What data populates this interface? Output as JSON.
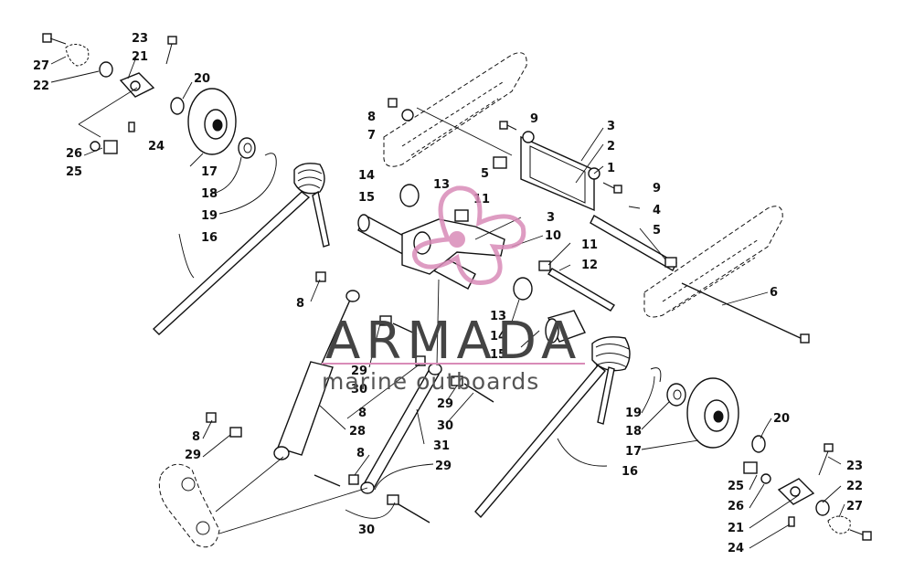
{
  "watermark": {
    "brand": "ARMADA",
    "tagline": "marine outboards",
    "logo_color": "#d98bb8",
    "text_color": "#444444"
  },
  "callouts": [
    "1",
    "2",
    "3",
    "4",
    "5",
    "6",
    "7",
    "8",
    "9",
    "10",
    "11",
    "12",
    "13",
    "14",
    "15",
    "16",
    "17",
    "18",
    "19",
    "20",
    "21",
    "22",
    "23",
    "24",
    "25",
    "26",
    "27",
    "28",
    "29",
    "30",
    "31"
  ],
  "callout_labels": [
    {
      "id": "27",
      "t": "27"
    },
    {
      "id": "22",
      "t": "22"
    },
    {
      "id": "23",
      "t": "23"
    },
    {
      "id": "21",
      "t": "21"
    },
    {
      "id": "20",
      "t": "20"
    },
    {
      "id": "26",
      "t": "26"
    },
    {
      "id": "25",
      "t": "25"
    },
    {
      "id": "24",
      "t": "24"
    },
    {
      "id": "17",
      "t": "17"
    },
    {
      "id": "18",
      "t": "18"
    },
    {
      "id": "19",
      "t": "19"
    },
    {
      "id": "16",
      "t": "16"
    },
    {
      "id": "8",
      "t": "8"
    },
    {
      "id": "7",
      "t": "7"
    },
    {
      "id": "9",
      "t": "9"
    },
    {
      "id": "3",
      "t": "3"
    },
    {
      "id": "2",
      "t": "2"
    },
    {
      "id": "1",
      "t": "1"
    },
    {
      "id": "5",
      "t": "5"
    },
    {
      "id": "14",
      "t": "14"
    },
    {
      "id": "15",
      "t": "15"
    },
    {
      "id": "13",
      "t": "13"
    },
    {
      "id": "11",
      "t": "11"
    },
    {
      "id": "9",
      "t": "9"
    },
    {
      "id": "4",
      "t": "4"
    },
    {
      "id": "3",
      "t": "3"
    },
    {
      "id": "10",
      "t": "10"
    },
    {
      "id": "5",
      "t": "5"
    },
    {
      "id": "11",
      "t": "11"
    },
    {
      "id": "12",
      "t": "12"
    },
    {
      "id": "6",
      "t": "6"
    },
    {
      "id": "8",
      "t": "8"
    },
    {
      "id": "13",
      "t": "13"
    },
    {
      "id": "14",
      "t": "14"
    },
    {
      "id": "15",
      "t": "15"
    },
    {
      "id": "29",
      "t": "29"
    },
    {
      "id": "30",
      "t": "30"
    },
    {
      "id": "8",
      "t": "8"
    },
    {
      "id": "29",
      "t": "29"
    },
    {
      "id": "30",
      "t": "30"
    },
    {
      "id": "28",
      "t": "28"
    },
    {
      "id": "31",
      "t": "31"
    },
    {
      "id": "8",
      "t": "8"
    },
    {
      "id": "29",
      "t": "29"
    },
    {
      "id": "8",
      "t": "8"
    },
    {
      "id": "29",
      "t": "29"
    },
    {
      "id": "30",
      "t": "30"
    },
    {
      "id": "19",
      "t": "19"
    },
    {
      "id": "18",
      "t": "18"
    },
    {
      "id": "17",
      "t": "17"
    },
    {
      "id": "16",
      "t": "16"
    },
    {
      "id": "20",
      "t": "20"
    },
    {
      "id": "23",
      "t": "23"
    },
    {
      "id": "25",
      "t": "25"
    },
    {
      "id": "22",
      "t": "22"
    },
    {
      "id": "26",
      "t": "26"
    },
    {
      "id": "27",
      "t": "27"
    },
    {
      "id": "21",
      "t": "21"
    },
    {
      "id": "24",
      "t": "24"
    }
  ]
}
